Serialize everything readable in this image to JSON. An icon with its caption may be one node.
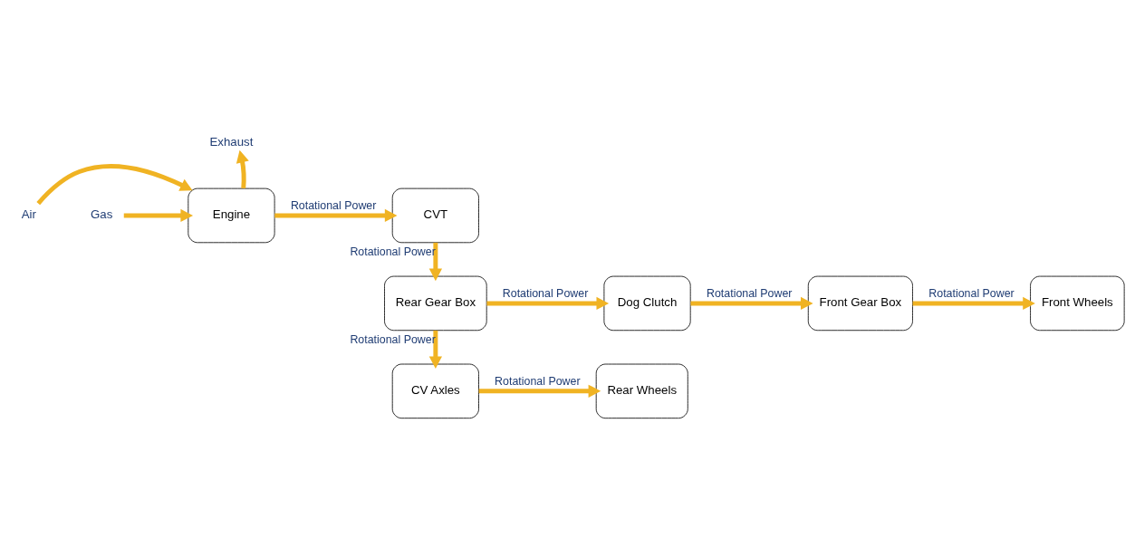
{
  "diagram": {
    "nodes": [
      {
        "text": [
          "Engine"
        ]
      },
      {
        "text": [
          "CVT"
        ]
      },
      {
        "text": [
          "Rear Gear Box"
        ]
      },
      {
        "text": [
          "Dog Clutch"
        ]
      },
      {
        "text": [
          "Front Gear Box"
        ]
      },
      {
        "text": [
          "Front Wheels"
        ]
      },
      {
        "text": [
          "CV Axles"
        ]
      },
      {
        "text": [
          "Rear Wheels"
        ]
      },
      {
        "text": [
          "Exhaust"
        ]
      },
      {
        "text": [
          "Air"
        ]
      },
      {
        "text": [
          "Gas"
        ]
      }
    ],
    "edges": [
      {
        "from": 9,
        "to": 0,
        "arrow": "to"
      },
      {
        "from": 10,
        "to": 0,
        "arrow": "to"
      },
      {
        "from": 0,
        "to": 8,
        "arrow": "to"
      },
      {
        "from": 0,
        "to": 1,
        "arrow": "to",
        "label": "Rotational Power"
      },
      {
        "from": 1,
        "to": 2,
        "arrow": "to",
        "label": "Rotational Power"
      },
      {
        "from": 2,
        "to": 3,
        "arrow": "to",
        "label": "Rotational Power"
      },
      {
        "from": 3,
        "to": 4,
        "arrow": "to",
        "label": "Rotational Power"
      },
      {
        "from": 4,
        "to": 5,
        "arrow": "to",
        "label": "Rotational Power"
      },
      {
        "from": 2,
        "to": 6,
        "arrow": "to",
        "label": "Rotational Power"
      },
      {
        "from": 6,
        "to": 7,
        "arrow": "to",
        "label": "Rotational Power"
      }
    ]
  }
}
